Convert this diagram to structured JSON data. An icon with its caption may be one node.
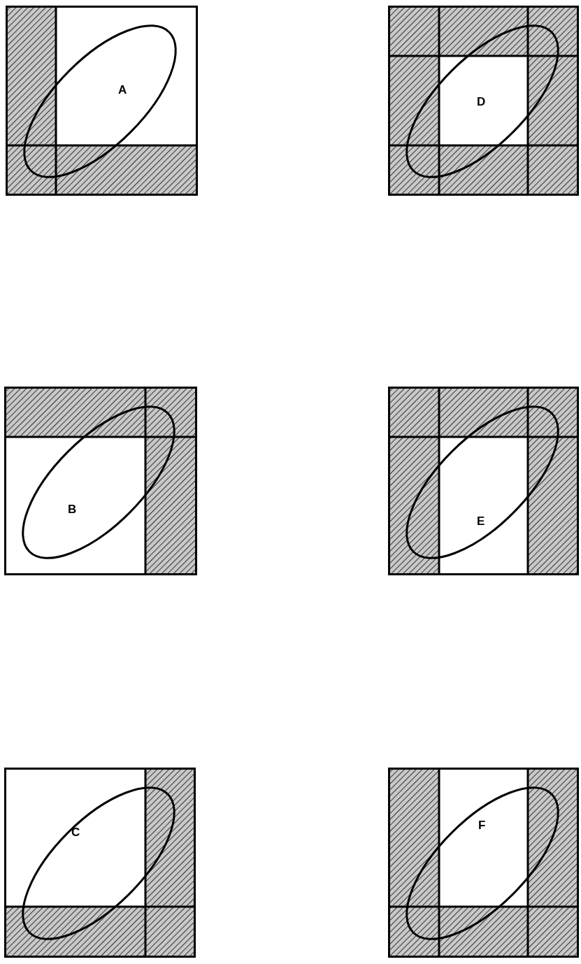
{
  "diagram": {
    "labels": [
      "A",
      "D",
      "B",
      "E",
      "C",
      "F"
    ]
  }
}
